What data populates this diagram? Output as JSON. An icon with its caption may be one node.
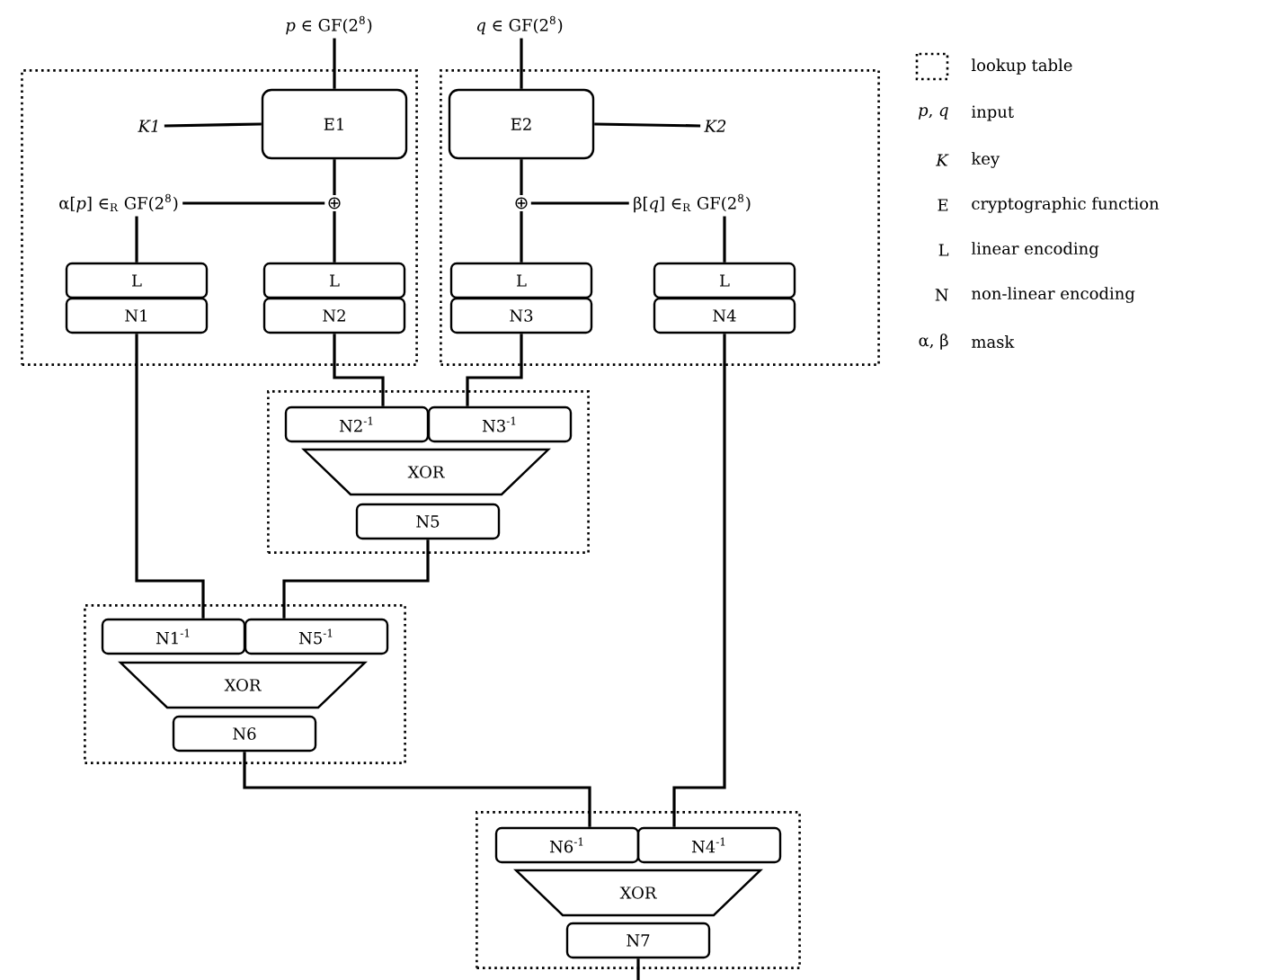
{
  "diagram": {
    "nodes": [
      {
        "text": [],
        "shape": "box"
      },
      {
        "text": [],
        "shape": "box"
      },
      {
        "text": [
          "*p* ∈ GF(2$^{8}$)"
        ]
      },
      {
        "text": [
          "*q* ∈ GF(2$^{8}$)"
        ]
      },
      {
        "text": [
          "K1"
        ],
        "in": 0
      },
      {
        "text": [
          "E1"
        ],
        "in": 0
      },
      {
        "text": [
          "⊕"
        ],
        "in": 0
      },
      {
        "text": [
          "α[*p*] ∈$_{R}$ GF(2$^{8}$)"
        ],
        "in": 0
      },
      {
        "text": [
          "L"
        ],
        "in": 0
      },
      {
        "text": [
          "N1"
        ],
        "in": 0
      },
      {
        "text": [
          "L"
        ],
        "in": 0
      },
      {
        "text": [
          "N2"
        ],
        "in": 0
      },
      {
        "text": [
          "E2"
        ],
        "in": 1
      },
      {
        "text": [
          "K2"
        ],
        "in": 1
      },
      {
        "text": [
          "⊕"
        ],
        "in": 1
      },
      {
        "text": [
          "β[*q*] ∈$_{R}$ GF(2$^{8}$)"
        ],
        "in": 1
      },
      {
        "text": [
          "L"
        ],
        "in": 1
      },
      {
        "text": [
          "N3"
        ],
        "in": 1
      },
      {
        "text": [
          "L"
        ],
        "in": 1
      },
      {
        "text": [
          "N4"
        ],
        "in": 1
      },
      {
        "text": [],
        "shape": "box"
      },
      {
        "text": [
          "N2$^{-1}$"
        ],
        "in": 20
      },
      {
        "text": [
          "N3$^{-1}$"
        ],
        "in": 20
      },
      {
        "text": [
          "XOR"
        ],
        "in": 20
      },
      {
        "text": [
          "N5"
        ],
        "in": 20
      },
      {
        "text": [],
        "shape": "box"
      },
      {
        "text": [
          "N1$^{-1}$"
        ],
        "in": 25
      },
      {
        "text": [
          "N5$^{-1}$"
        ],
        "in": 25
      },
      {
        "text": [
          "XOR"
        ],
        "in": 25
      },
      {
        "text": [
          "N6"
        ],
        "in": 25
      },
      {
        "text": [],
        "shape": "box"
      },
      {
        "text": [
          "N6$^{-1}$"
        ],
        "in": 30
      },
      {
        "text": [
          "N4$^{-1}$"
        ],
        "in": 30
      },
      {
        "text": [
          "XOR"
        ],
        "in": 30
      },
      {
        "text": [
          "N7"
        ],
        "in": 30
      }
    ],
    "edges": [
      {
        "from": 2,
        "to": 5,
        "arrow": "none"
      },
      {
        "from": 3,
        "to": 12,
        "arrow": "none"
      },
      {
        "from": 4,
        "to": 5,
        "arrow": "none"
      },
      {
        "from": 13,
        "to": 12,
        "arrow": "none"
      },
      {
        "from": 5,
        "to": 6,
        "arrow": "none"
      },
      {
        "from": 6,
        "to": 10,
        "arrow": "none"
      },
      {
        "from": 7,
        "to": 6,
        "arrow": "none"
      },
      {
        "from": 7,
        "to": 8,
        "arrow": "none"
      },
      {
        "from": 12,
        "to": 14,
        "arrow": "none"
      },
      {
        "from": 14,
        "to": 16,
        "arrow": "none"
      },
      {
        "from": 15,
        "to": 14,
        "arrow": "none"
      },
      {
        "from": 15,
        "to": 18,
        "arrow": "none"
      },
      {
        "from": 9,
        "to": 26,
        "arrow": "none"
      },
      {
        "from": 11,
        "to": 21,
        "arrow": "none"
      },
      {
        "from": 17,
        "to": 22,
        "arrow": "none"
      },
      {
        "from": 24,
        "to": 27,
        "arrow": "none"
      },
      {
        "from": 29,
        "to": 31,
        "arrow": "none"
      },
      {
        "from": 19,
        "to": 32,
        "arrow": "none"
      },
      {
        "from": 34,
        "to": null,
        "arrow": "none"
      }
    ],
    "labels": [
      "*p*, *q*",
      "input",
      "*K*",
      "key",
      "E",
      "cryptographic function",
      "L",
      "linear encoding",
      "N",
      "non-linear encoding",
      "α, β",
      "mask"
    ],
    "legend": [
      {
        "text": "lookup table"
      }
    ]
  }
}
